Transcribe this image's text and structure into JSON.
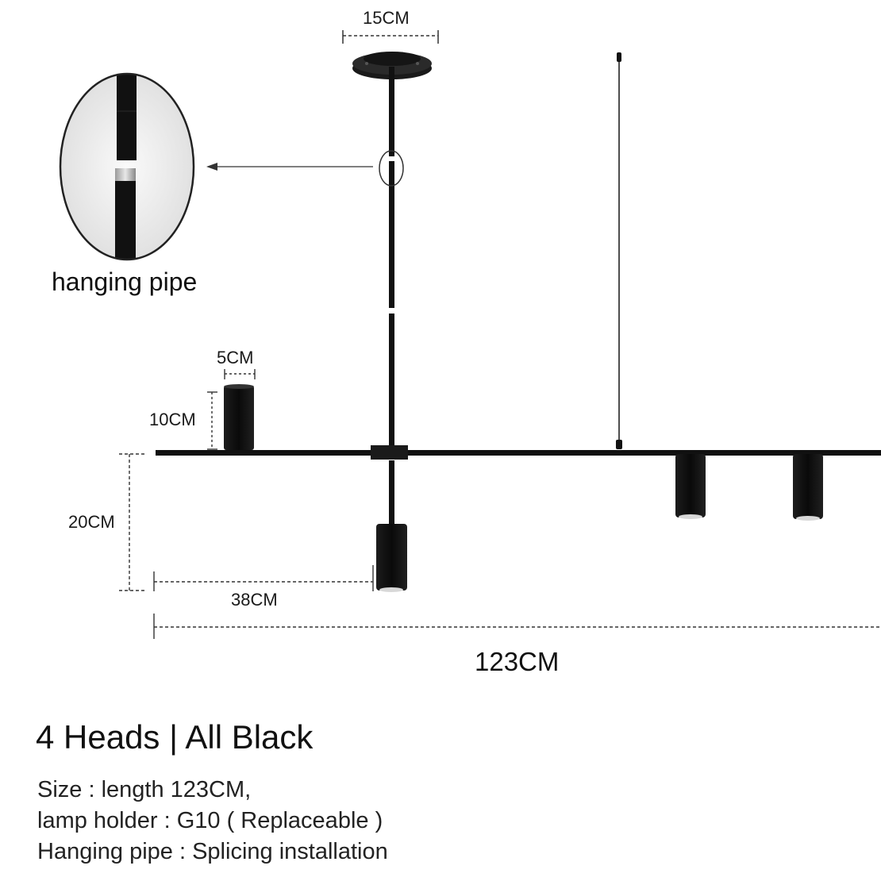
{
  "dimensions": {
    "canopy_width": "15CM",
    "head_diameter": "5CM",
    "head_height": "10CM",
    "drop": "20CM",
    "offset": "38CM",
    "total_length": "123CM"
  },
  "detail": {
    "label": "hanging pipe"
  },
  "product": {
    "title": "4 Heads | All Black",
    "specs": [
      "Size : length 123CM,",
      "lamp holder : G10 ( Replaceable )",
      "Hanging pipe : Splicing installation"
    ]
  },
  "colors": {
    "fixture": "#111111",
    "dimension_lines": "#333333",
    "detail_background": "#ececec"
  }
}
